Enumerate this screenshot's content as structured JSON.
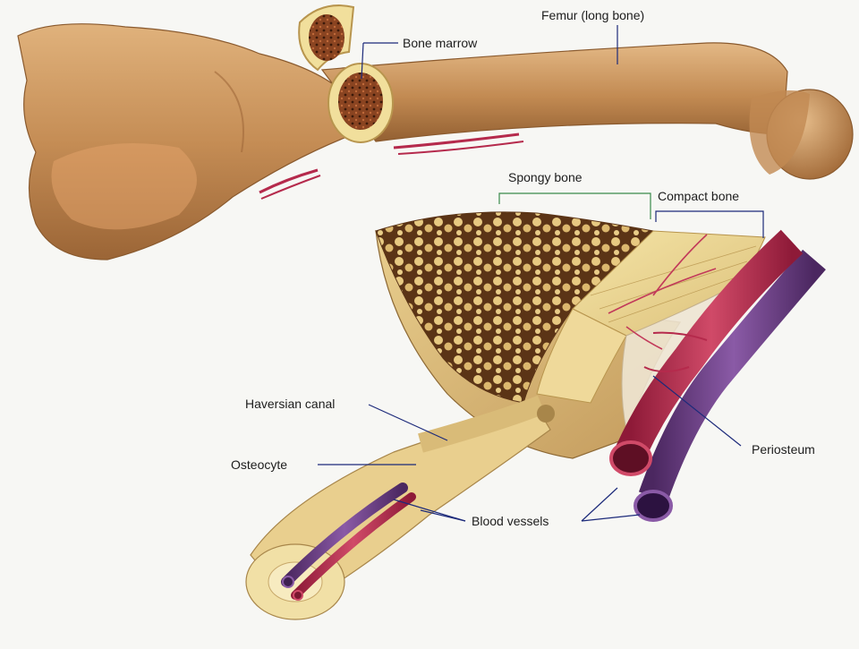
{
  "labels": {
    "femur": "Femur (long bone)",
    "bone_marrow": "Bone marrow",
    "spongy_bone": "Spongy bone",
    "compact_bone": "Compact bone",
    "haversian_canal": "Haversian canal",
    "osteocyte": "Osteocyte",
    "periosteum": "Periosteum",
    "blood_vessels": "Blood vessels"
  },
  "colors": {
    "background": "#f7f7f4",
    "bone": "#c9925a",
    "bone_dark": "#9a6437",
    "compact": "#efdc95",
    "marrow": "#7a3b1c",
    "artery": "#b52a4c",
    "vein": "#6a3d82",
    "leader_line": "#1c2a7a"
  }
}
